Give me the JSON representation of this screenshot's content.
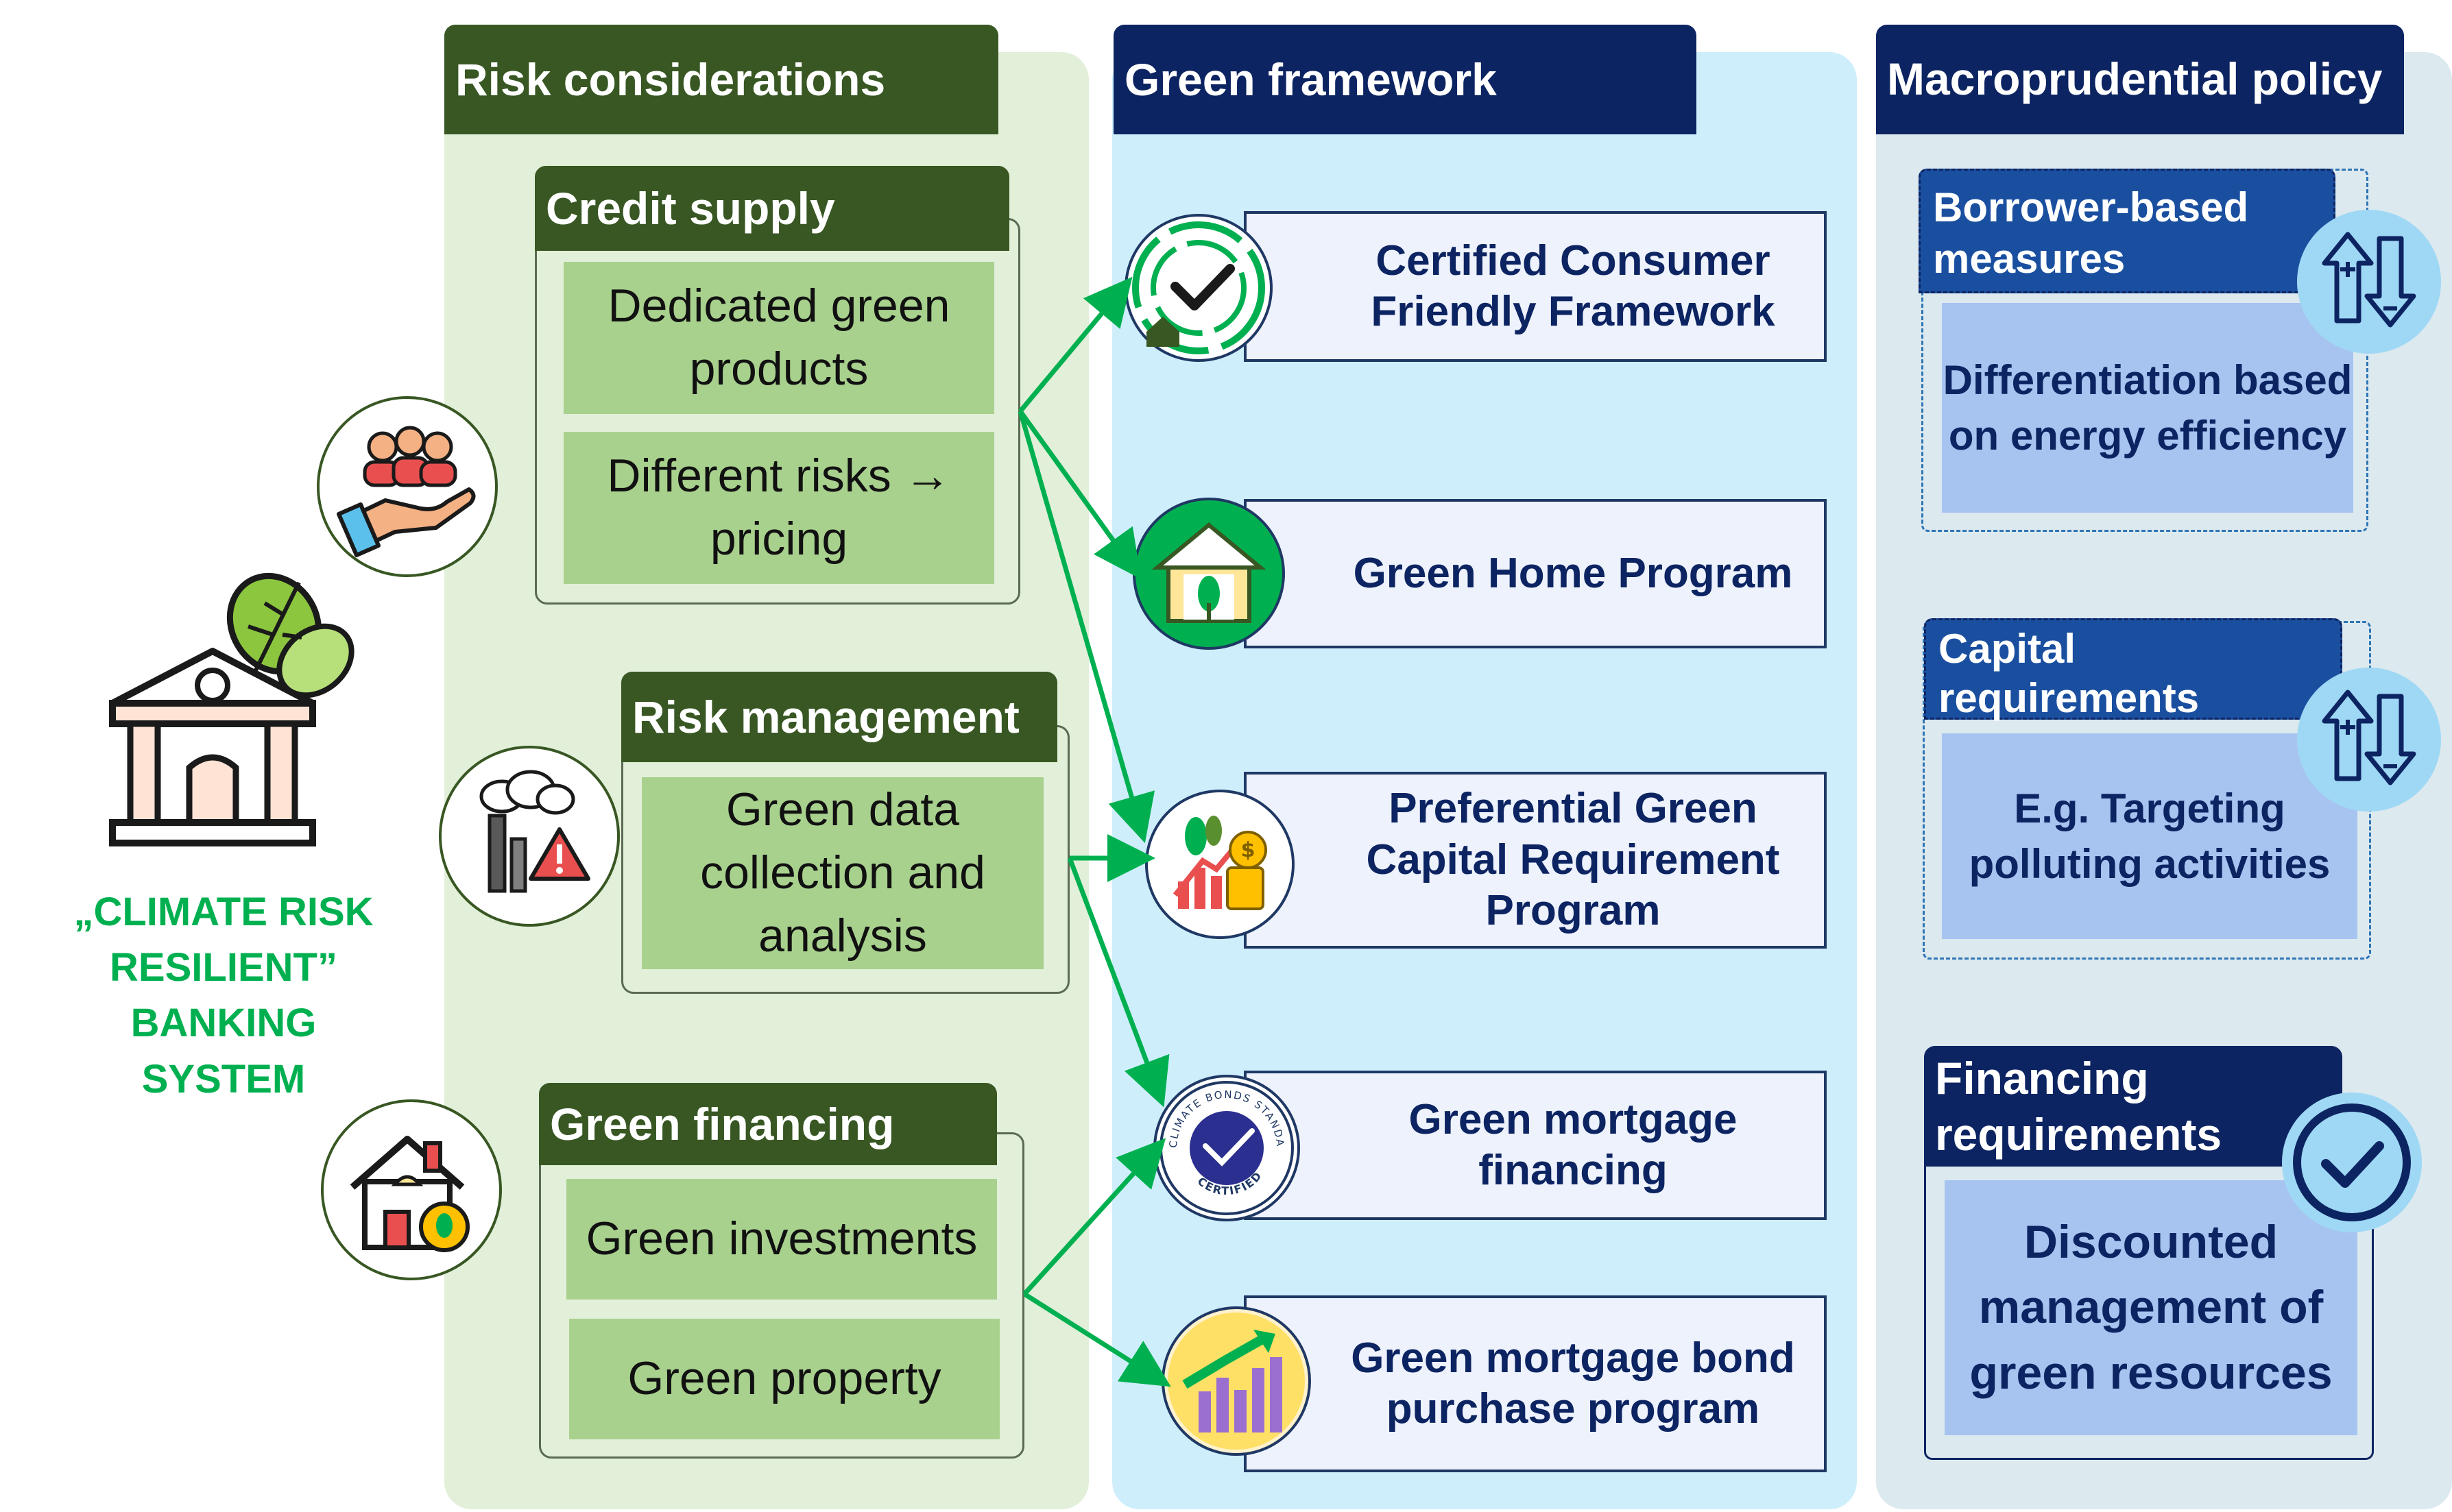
{
  "risk": {
    "title": "Risk considerations",
    "credit": {
      "title": "Credit supply",
      "items": [
        "Dedicated green products",
        "Different risks → pricing"
      ]
    },
    "management": {
      "title": "Risk management",
      "items": [
        "Green data collection and analysis"
      ]
    },
    "financing": {
      "title": "Green financing",
      "items": [
        "Green investments",
        "Green property"
      ]
    }
  },
  "green": {
    "title": "Green framework",
    "programs": [
      "Certified Consumer Friendly Framework",
      "Green Home Program",
      "Preferential Green Capital Requirement Program",
      "Green mortgage financing",
      "Green mortgage bond purchase program"
    ],
    "bond_badge_top": "CLIMATE BONDS STANDARD",
    "bond_badge_bottom": "CERTIFIED"
  },
  "macro": {
    "title": "Macroprudential policy",
    "borrower": {
      "title": "Borrower-based measures",
      "item": "Differentiation based on energy efficiency"
    },
    "capital": {
      "title": "Capital requirements",
      "item": "E.g. Targeting polluting activities"
    },
    "financing": {
      "title": "Financing requirements",
      "item": "Discounted management of green resources"
    }
  },
  "left": {
    "label": "„CLIMATE RISK RESILIENT” BANKING SYSTEM"
  },
  "colors": {
    "accent_green": "#00b050",
    "dark_green": "#385723",
    "navy": "#0d2462"
  }
}
